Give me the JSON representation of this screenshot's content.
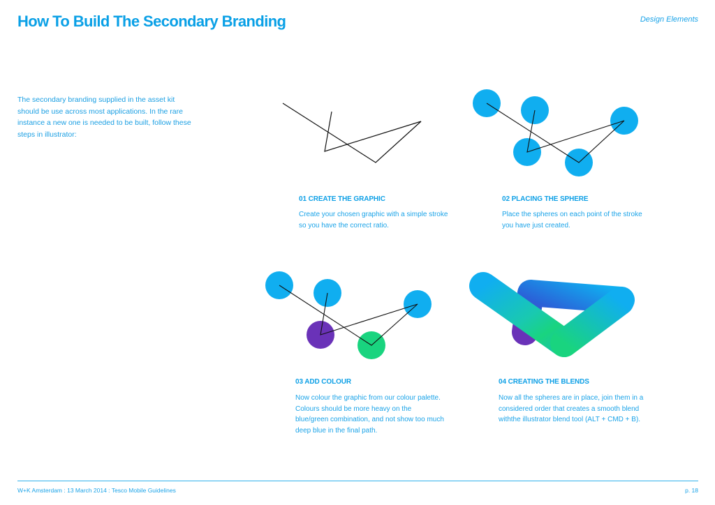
{
  "header": {
    "title": "How To Build The Secondary Branding",
    "section": "Design Elements"
  },
  "intro": {
    "text": "The secondary branding supplied in the asset kit should be use across most applications. In the rare instance a new one is needed to be built, follow these steps in illustrator:"
  },
  "steps": [
    {
      "heading": "01 CREATE THE GRAPHIC",
      "description": "Create your chosen graphic with a simple stroke so you have the correct ratio."
    },
    {
      "heading": "02 PLACING THE SPHERE",
      "description": "Place the spheres on each point of the stroke you have just created."
    },
    {
      "heading": "03 ADD COLOUR",
      "description": "Now colour the graphic from our colour palette. Colours should be more heavy on the blue/green combination, and not show too much deep blue in the final path."
    },
    {
      "heading": "04 CREATING THE BLENDS",
      "description": "Now all the spheres are in place, join them in a considered order that creates a smooth blend withthe illustrator blend tool (ALT + CMD + B)."
    }
  ],
  "colors": {
    "brand_blue": "#0aa0e6",
    "sphere_blue": "#10aef0",
    "deep_purple": "#6a32b8",
    "green": "#19d47f"
  },
  "footer": {
    "left": "W+K Amsterdam : 13 March 2014 : Tesco Mobile Guidelines",
    "right": "p. 18"
  }
}
